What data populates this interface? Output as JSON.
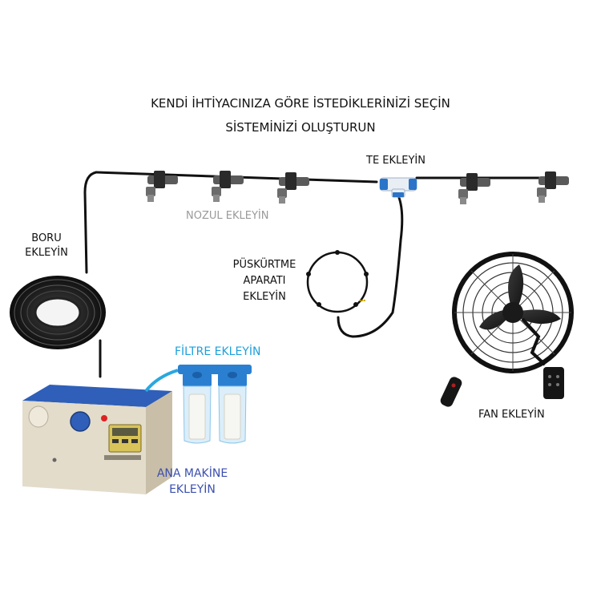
{
  "title": {
    "line1": "KENDİ İHTİYACINIZA GÖRE İSTEDİKLERİNİZİ SEÇİN",
    "line2": "SİSTEMİNİZİ OLUŞTURUN"
  },
  "labels": {
    "te": "TE EKLEYİN",
    "nozul": "NOZUL EKLEYİN",
    "boru_1": "BORU",
    "boru_2": "EKLEYİN",
    "puskurtme_1": "PÜSKÜRTME",
    "puskurtme_2": "APARATI",
    "puskurtme_3": "EKLEYİN",
    "filtre": "FİLTRE EKLEYİN",
    "ana_makine_1": "ANA MAKİNE",
    "ana_makine_2": "EKLEYİN",
    "fan": "FAN EKLEYİN"
  },
  "colors": {
    "title": "#111111",
    "nozul_label": "#9a9a9a",
    "filtre_label": "#1ea0dc",
    "ana_makine_label": "#3a4fb0",
    "pipe": "#111111",
    "machine_body": "#e3dccb",
    "machine_top": "#2f5fb8",
    "filter_housing": "#2a7fd0"
  },
  "icons": [
    "nozzle-icon",
    "tee-connector-icon",
    "hose-coil-icon",
    "spray-ring-icon",
    "water-filter-icon",
    "machine-icon",
    "fan-icon",
    "remote-icon"
  ]
}
